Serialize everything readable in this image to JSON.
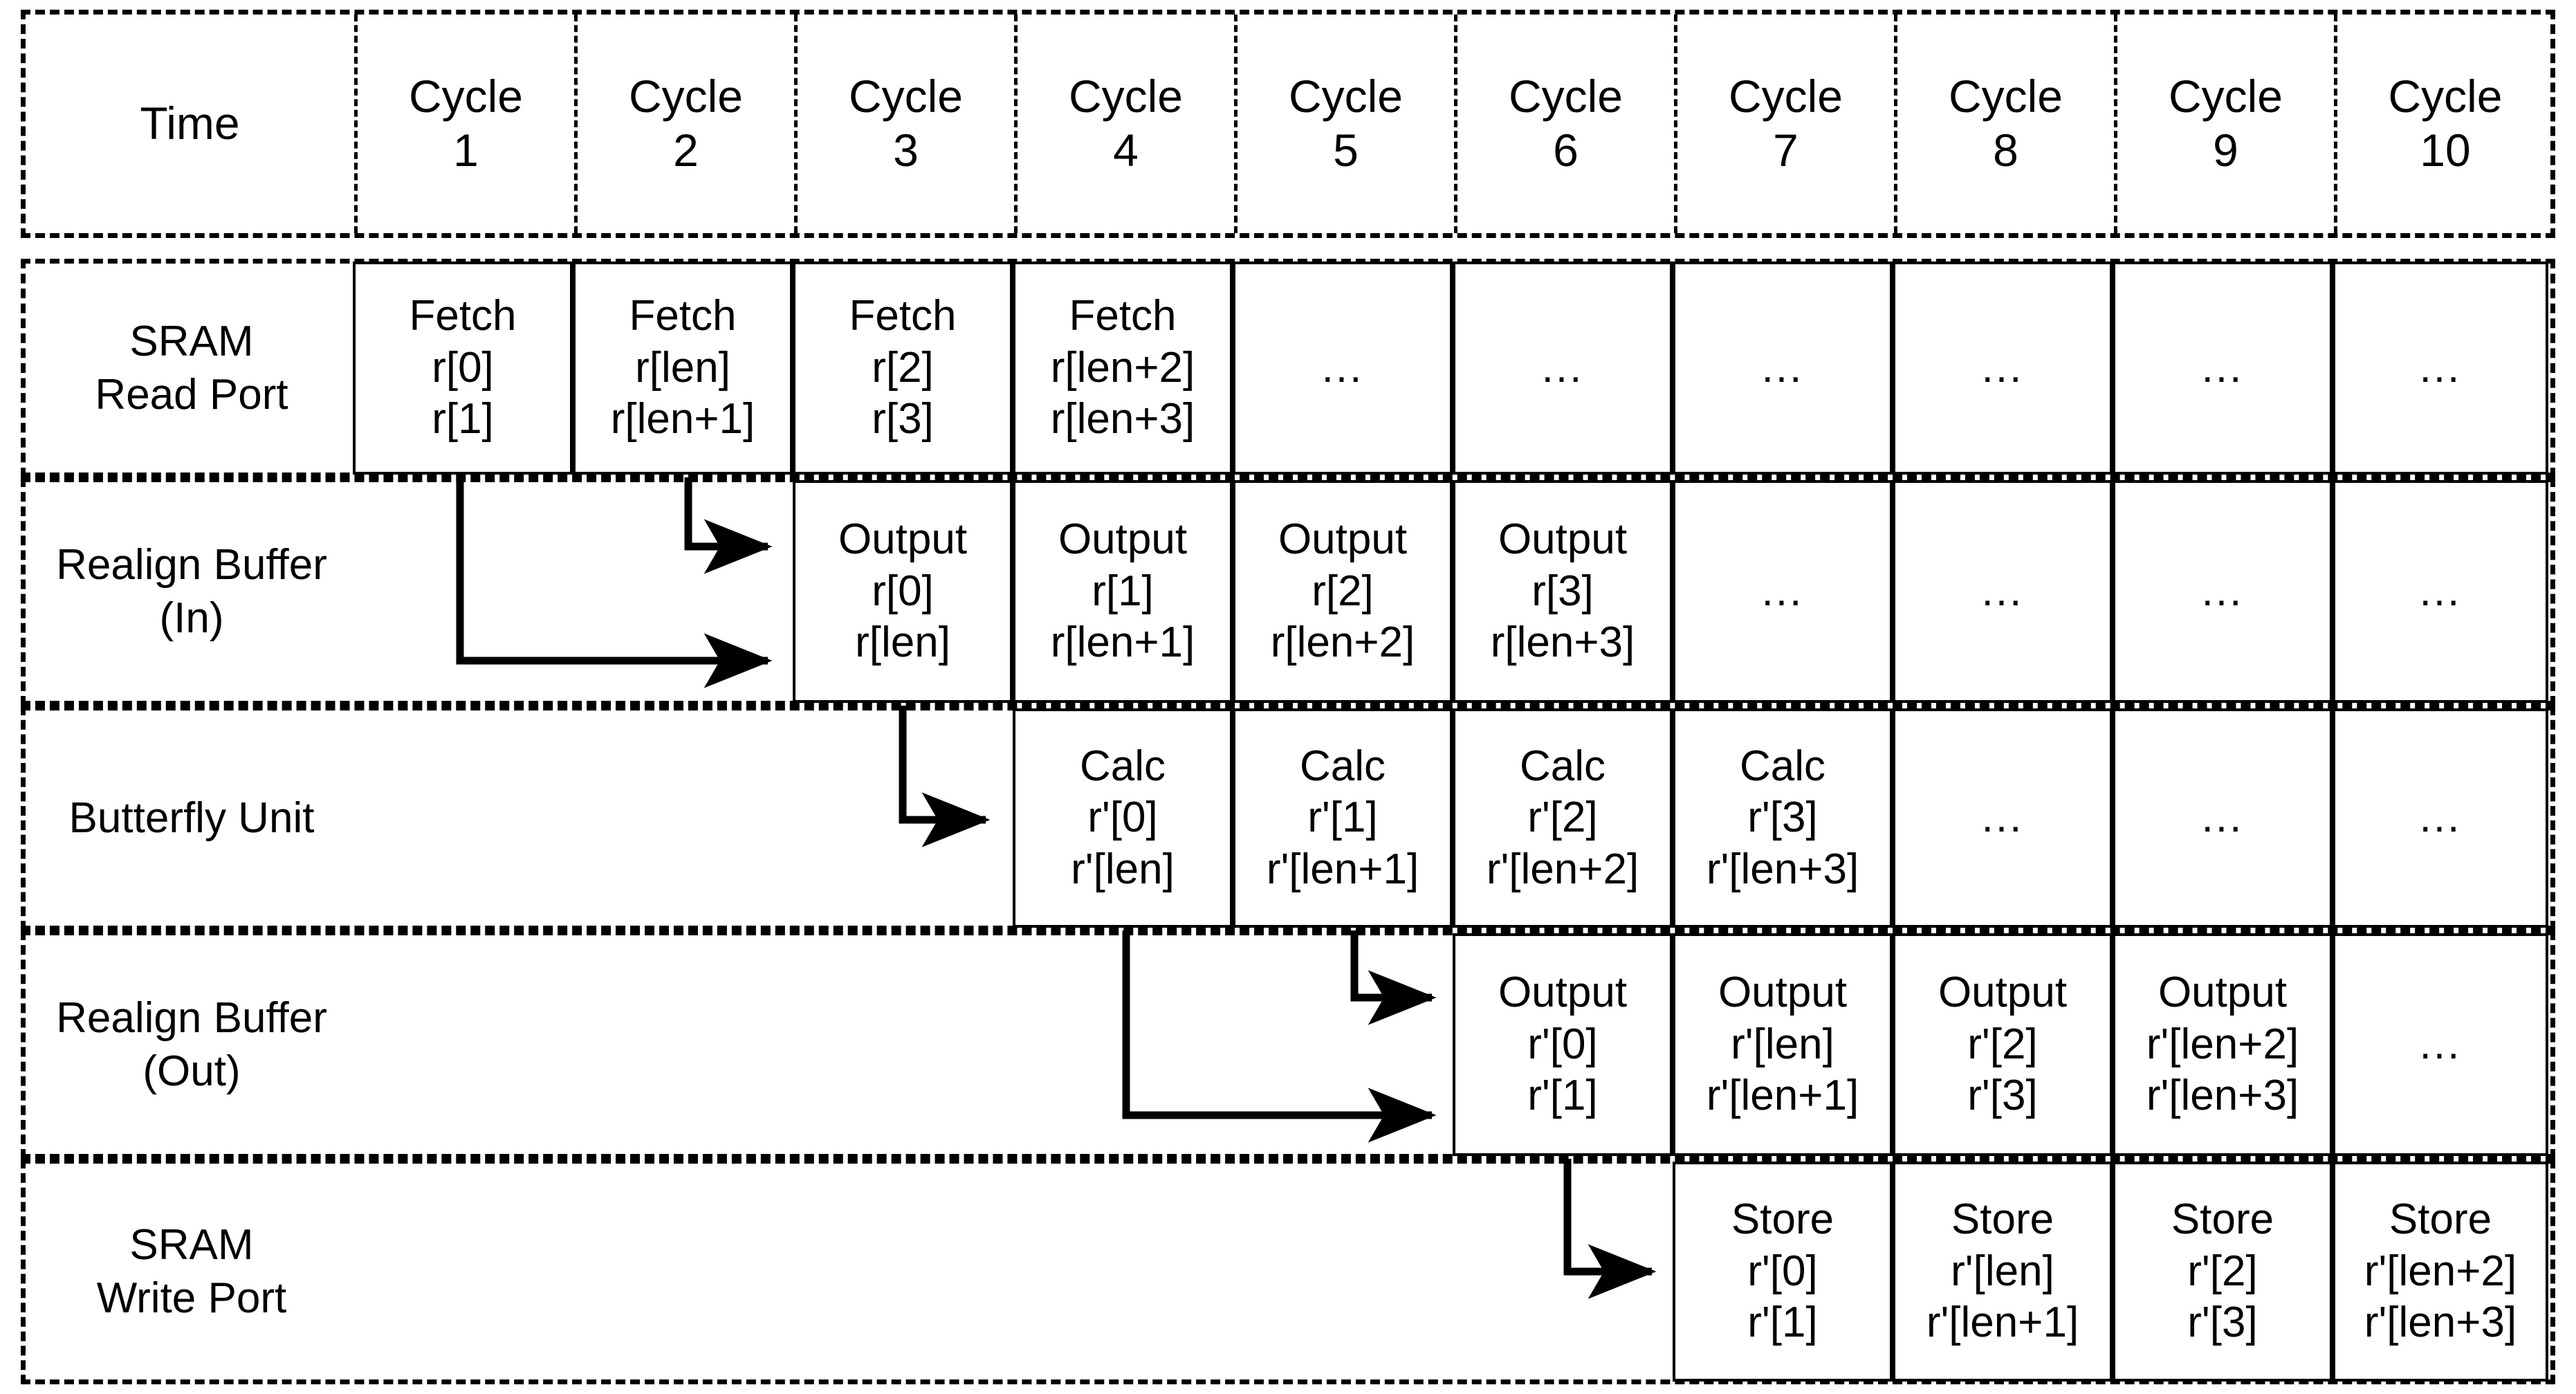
{
  "header": {
    "time_label": "Time",
    "cycles": [
      {
        "word": "Cycle",
        "num": "1"
      },
      {
        "word": "Cycle",
        "num": "2"
      },
      {
        "word": "Cycle",
        "num": "3"
      },
      {
        "word": "Cycle",
        "num": "4"
      },
      {
        "word": "Cycle",
        "num": "5"
      },
      {
        "word": "Cycle",
        "num": "6"
      },
      {
        "word": "Cycle",
        "num": "7"
      },
      {
        "word": "Cycle",
        "num": "8"
      },
      {
        "word": "Cycle",
        "num": "9"
      },
      {
        "word": "Cycle",
        "num": "10"
      }
    ]
  },
  "ellipsis": "...",
  "rows": [
    {
      "label_line1": "SRAM",
      "label_line2": "Read Port",
      "cells": [
        {
          "l1": "Fetch",
          "l2": "r[0]",
          "l3": "r[1]"
        },
        {
          "l1": "Fetch",
          "l2": "r[len]",
          "l3": "r[len+1]"
        },
        {
          "l1": "Fetch",
          "l2": "r[2]",
          "l3": "r[3]"
        },
        {
          "l1": "Fetch",
          "l2": "r[len+2]",
          "l3": "r[len+3]"
        },
        {
          "l1": "..."
        },
        {
          "l1": "..."
        },
        {
          "l1": "..."
        },
        {
          "l1": "..."
        },
        {
          "l1": "..."
        },
        {
          "l1": "..."
        }
      ]
    },
    {
      "label_line1": "Realign Buffer",
      "label_line2": "(In)",
      "cells": [
        {
          "l1": "Output",
          "l2": "r[0]",
          "l3": "r[len]"
        },
        {
          "l1": "Output",
          "l2": "r[1]",
          "l3": "r[len+1]"
        },
        {
          "l1": "Output",
          "l2": "r[2]",
          "l3": "r[len+2]"
        },
        {
          "l1": "Output",
          "l2": "r[3]",
          "l3": "r[len+3]"
        },
        {
          "l1": "..."
        },
        {
          "l1": "..."
        },
        {
          "l1": "..."
        },
        {
          "l1": "..."
        }
      ]
    },
    {
      "label_line1": "Butterfly Unit",
      "label_line2": "",
      "cells": [
        {
          "l1": "Calc",
          "l2": "r'[0]",
          "l3": "r'[len]"
        },
        {
          "l1": "Calc",
          "l2": "r'[1]",
          "l3": "r'[len+1]"
        },
        {
          "l1": "Calc",
          "l2": "r'[2]",
          "l3": "r'[len+2]"
        },
        {
          "l1": "Calc",
          "l2": "r'[3]",
          "l3": "r'[len+3]"
        },
        {
          "l1": "..."
        },
        {
          "l1": "..."
        },
        {
          "l1": "..."
        }
      ]
    },
    {
      "label_line1": "Realign Buffer",
      "label_line2": "(Out)",
      "cells": [
        {
          "l1": "Output",
          "l2": "r'[0]",
          "l3": "r'[1]"
        },
        {
          "l1": "Output",
          "l2": "r'[len]",
          "l3": "r'[len+1]"
        },
        {
          "l1": "Output",
          "l2": "r'[2]",
          "l3": "r'[3]"
        },
        {
          "l1": "Output",
          "l2": "r'[len+2]",
          "l3": "r'[len+3]"
        },
        {
          "l1": "..."
        }
      ]
    },
    {
      "label_line1": "SRAM",
      "label_line2": "Write Port",
      "cells": [
        {
          "l1": "Store",
          "l2": "r'[0]",
          "l3": "r'[1]"
        },
        {
          "l1": "Store",
          "l2": "r'[len]",
          "l3": "r'[len+1]"
        },
        {
          "l1": "Store",
          "l2": "r'[2]",
          "l3": "r'[3]"
        },
        {
          "l1": "Store",
          "l2": "r'[len+2]",
          "l3": "r'[len+3]"
        }
      ]
    }
  ]
}
